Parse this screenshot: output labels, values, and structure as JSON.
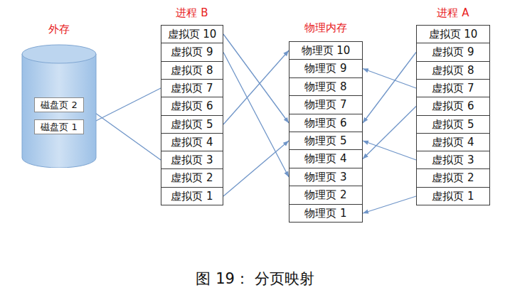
{
  "diagram": {
    "caption": "图 19： 分页映射",
    "nodes": [
      {
        "text": [
          "外存"
        ]
      },
      {
        "text": [
          "磁盘页 2"
        ],
        "in": 0
      },
      {
        "text": [
          "磁盘页 1"
        ],
        "in": 0
      },
      {
        "text": [
          "进程 B"
        ]
      },
      {
        "text": [
          "虚拟页 10"
        ],
        "in": 3
      },
      {
        "text": [
          "虚拟页 9"
        ],
        "in": 3
      },
      {
        "text": [
          "虚拟页 8"
        ],
        "in": 3
      },
      {
        "text": [
          "虚拟页 7"
        ],
        "in": 3
      },
      {
        "text": [
          "虚拟页 6"
        ],
        "in": 3
      },
      {
        "text": [
          "虚拟页 5"
        ],
        "in": 3
      },
      {
        "text": [
          "虚拟页 4"
        ],
        "in": 3
      },
      {
        "text": [
          "虚拟页 3"
        ],
        "in": 3
      },
      {
        "text": [
          "虚拟页 2"
        ],
        "in": 3
      },
      {
        "text": [
          "虚拟页 1"
        ],
        "in": 3
      },
      {
        "text": [
          "物理内存"
        ]
      },
      {
        "text": [
          "物理页 10"
        ],
        "in": 14
      },
      {
        "text": [
          "物理页 9"
        ],
        "in": 14
      },
      {
        "text": [
          "物理页 8"
        ],
        "in": 14
      },
      {
        "text": [
          "物理页 7"
        ],
        "in": 14
      },
      {
        "text": [
          "物理页 6"
        ],
        "in": 14
      },
      {
        "text": [
          "物理页 5"
        ],
        "in": 14
      },
      {
        "text": [
          "物理页 4"
        ],
        "in": 14
      },
      {
        "text": [
          "物理页 3"
        ],
        "in": 14
      },
      {
        "text": [
          "物理页 2"
        ],
        "in": 14
      },
      {
        "text": [
          "物理页 1"
        ],
        "in": 14
      },
      {
        "text": [
          "进程 A"
        ]
      },
      {
        "text": [
          "虚拟页 10"
        ],
        "in": 25
      },
      {
        "text": [
          "虚拟页 9"
        ],
        "in": 25
      },
      {
        "text": [
          "虚拟页 8"
        ],
        "in": 25
      },
      {
        "text": [
          "虚拟页 7"
        ],
        "in": 25
      },
      {
        "text": [
          "虚拟页 6"
        ],
        "in": 25
      },
      {
        "text": [
          "虚拟页 5"
        ],
        "in": 25
      },
      {
        "text": [
          "虚拟页 4"
        ],
        "in": 25
      },
      {
        "text": [
          "虚拟页 3"
        ],
        "in": 25
      },
      {
        "text": [
          "虚拟页 2"
        ],
        "in": 25
      },
      {
        "text": [
          "虚拟页 1"
        ],
        "in": 25
      }
    ],
    "edges": [
      {
        "from": 4,
        "to": 19,
        "arrow": "to"
      },
      {
        "from": 5,
        "to": 22,
        "arrow": "to"
      },
      {
        "from": 7,
        "to": 2,
        "arrow": "none"
      },
      {
        "from": 11,
        "to": 1,
        "arrow": "none"
      },
      {
        "from": 9,
        "to": 15,
        "arrow": "to"
      },
      {
        "from": 13,
        "to": 20,
        "arrow": "to"
      },
      {
        "from": 27,
        "to": 19,
        "arrow": "to"
      },
      {
        "from": 29,
        "to": 16,
        "arrow": "to"
      },
      {
        "from": 30,
        "to": 21,
        "arrow": "to"
      },
      {
        "from": 33,
        "to": 20,
        "arrow": "to"
      },
      {
        "from": 35,
        "to": 24,
        "arrow": "to"
      }
    ]
  }
}
